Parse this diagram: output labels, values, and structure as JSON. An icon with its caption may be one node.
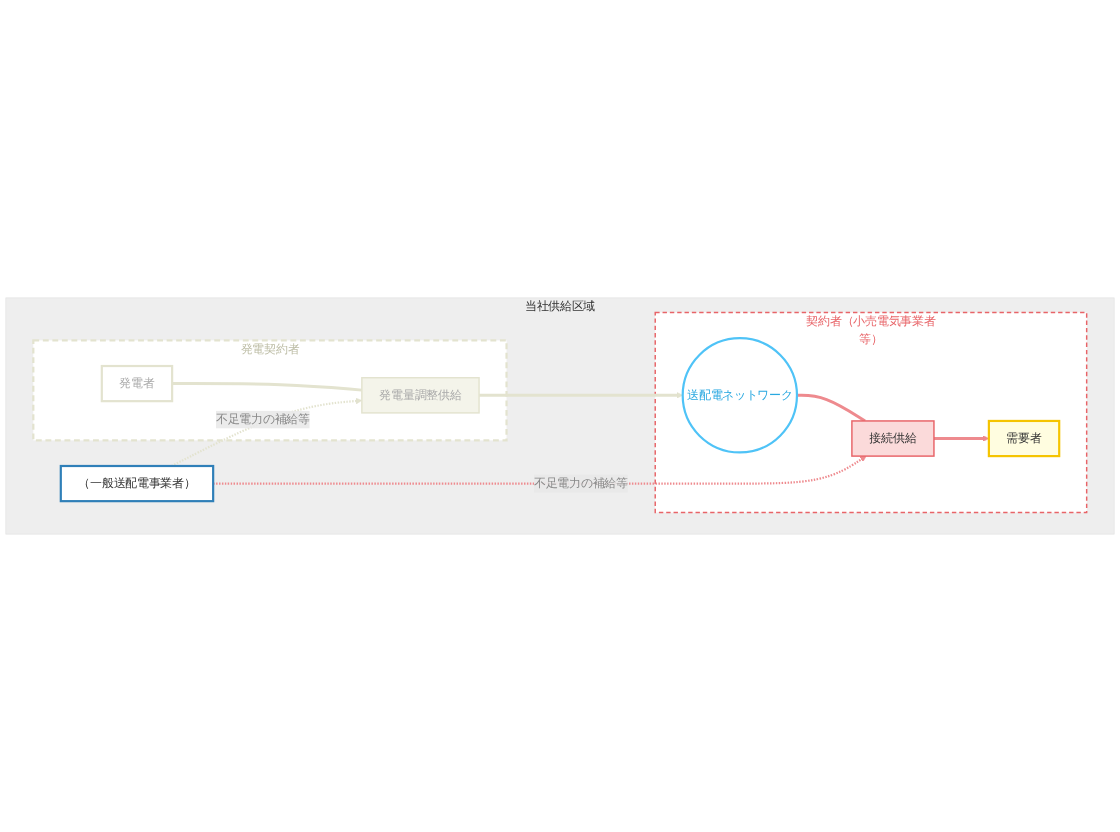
{
  "diagram": {
    "nodes": [
      {
        "text": [
          "当社供給区域"
        ]
      },
      {
        "text": [
          "発電契約者"
        ],
        "in": 0
      },
      {
        "text": [
          "発電者"
        ],
        "in": 1
      },
      {
        "text": [
          "発電量調整供給"
        ],
        "in": 1
      },
      {
        "text": [
          "契約者（小売電気事業者等）"
        ],
        "in": 0
      },
      {
        "text": [
          "送配電ネットワーク"
        ],
        "in": 4
      },
      {
        "text": [
          "接続供給"
        ],
        "in": 4
      },
      {
        "text": [
          "需要者"
        ],
        "in": 4
      },
      {
        "text": [
          "（一般送配電事業者）"
        ],
        "in": 0
      }
    ],
    "edges": [
      {
        "from": 2,
        "to": 3,
        "arrow": "none",
        "color": "#e3e3cf"
      },
      {
        "from": 3,
        "to": 5,
        "arrow": "to",
        "color": "#e3e3cf"
      },
      {
        "from": 5,
        "to": 6,
        "arrow": "none"
      },
      {
        "from": 6,
        "to": 7,
        "arrow": "to"
      },
      {
        "from": 8,
        "to": 3,
        "label": "不足電力の補給等",
        "arrow": "to",
        "style": "dashed",
        "color": "#e3e3cf"
      },
      {
        "from": 8,
        "to": 6,
        "label": "不足電力の補給等",
        "arrow": "to",
        "style": "dashed"
      }
    ]
  }
}
